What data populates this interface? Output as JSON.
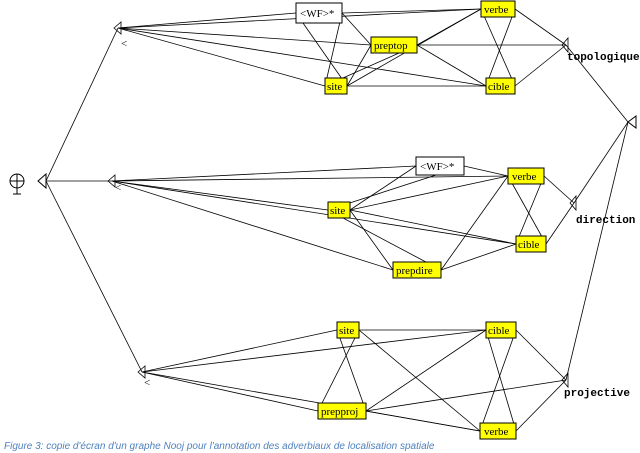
{
  "graph": {
    "nodes": {
      "wf_top": "<WF>*",
      "preptop": "preptop",
      "verbe_top": "verbe",
      "site_top": "site",
      "cible_top": "cible",
      "wf_mid": "<WF>*",
      "verbe_mid": "verbe",
      "site_mid": "site",
      "cible_mid": "cible",
      "prepdire": "prepdire",
      "site_bot": "site",
      "cible_bot": "cible",
      "prepproj": "prepproj",
      "verbe_bot": "verbe"
    },
    "outputs": {
      "topologique": "topologique",
      "direction": "direction",
      "projective": "projective"
    },
    "left_marks": {
      "top": "<",
      "mid": "<",
      "bot": "<"
    }
  },
  "caption": "Figure 3: copie d'écran d'un graphe Nooj pour l'annotation des adverbiaux de localisation spatiale"
}
